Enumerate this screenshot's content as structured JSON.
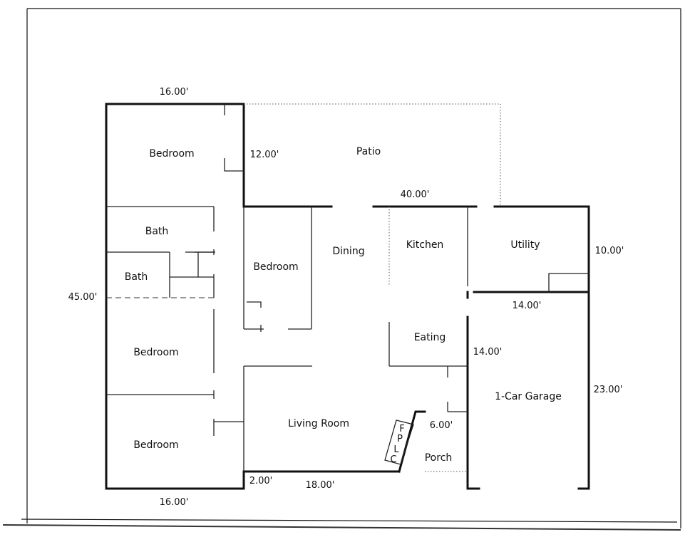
{
  "rooms": {
    "bedroom_1": "Bedroom",
    "patio": "Patio",
    "bath_1": "Bath",
    "bath_2": "Bath",
    "bedroom_2": "Bedroom",
    "dining": "Dining",
    "kitchen": "Kitchen",
    "utility": "Utility",
    "eating": "Eating",
    "bedroom_3": "Bedroom",
    "garage": "1-Car Garage",
    "living_room": "Living Room",
    "bedroom_4": "Bedroom",
    "porch": "Porch",
    "fireplace_f": "F",
    "fireplace_p": "P",
    "fireplace_l": "L",
    "fireplace_c": "C"
  },
  "dimensions": {
    "top_width": "16.00'",
    "bedroom_depth": "12.00'",
    "patio_width": "40.00'",
    "utility_depth": "10.00'",
    "overall_depth": "45.00'",
    "utility_width": "14.00'",
    "garage_width": "14.00'",
    "garage_depth": "23.00'",
    "porch_depth": "6.00'",
    "bottom_width": "16.00'",
    "jog": "2.00'",
    "living_width": "18.00'"
  }
}
